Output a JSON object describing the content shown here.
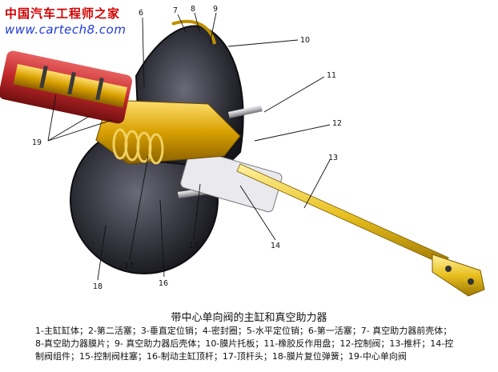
{
  "watermark": {
    "site_name": "中国汽车工程师之家",
    "url": "www.cartech8.com"
  },
  "callouts": [
    "6",
    "7",
    "8",
    "9",
    "10",
    "11",
    "12",
    "13",
    "14",
    "15",
    "16",
    "17",
    "18",
    "19"
  ],
  "caption": "带中心单向阀的主缸和真空助力器",
  "legend_lines": [
    "1-主缸缸体；2-第二活塞；3-垂直定位销；4-密封圈；5-水平定位销；6-第一活塞；7- 真空助力器前壳体；",
    "8-真空助力器膜片；9- 真空助力器后壳体；10-膜片托板；11-橡胶反作用盘；12-控制阀；13-推杆；14-控",
    "制阀组件；15-控制阀柱塞；16-制动主缸顶杆；17-顶杆头；18-膜片复位弹簧；19-中心单向阀"
  ],
  "colors": {
    "housing_dark": "#2a2a35",
    "housing_mid": "#4a4a58",
    "brass": "#d8a000",
    "cylinder_red": "#c0282a",
    "rod_yellow": "#e8c020"
  }
}
